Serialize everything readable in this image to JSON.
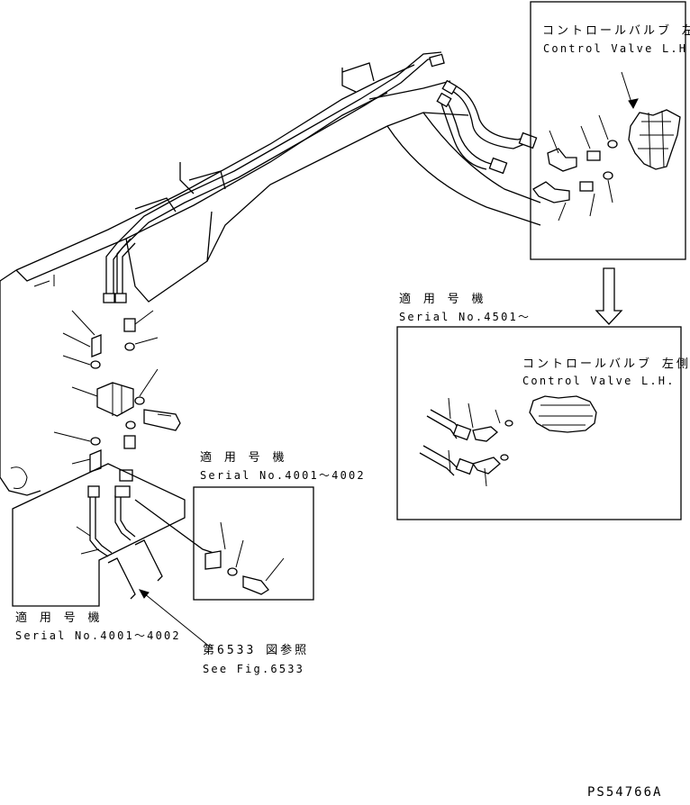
{
  "labels": {
    "cv_top_jp": "コントロールバルブ 左側",
    "cv_top_en": "Control Valve L.H.",
    "serial_4501_jp": "適 用 号 機",
    "serial_4501_en": "Serial No.4501～",
    "cv_mid_jp": "コントロールバルブ 左側",
    "cv_mid_en": "Control Valve L.H.",
    "serial_4001_box_jp": "適 用 号 機",
    "serial_4001_box_en": "Serial No.4001～4002",
    "serial_4001_left_jp": "適 用 号 機",
    "serial_4001_left_en": "Serial No.4001～4002",
    "see_fig_jp": "第6533 図参照",
    "see_fig_en": "See Fig.6533",
    "drawing_code": "PS54766A"
  }
}
